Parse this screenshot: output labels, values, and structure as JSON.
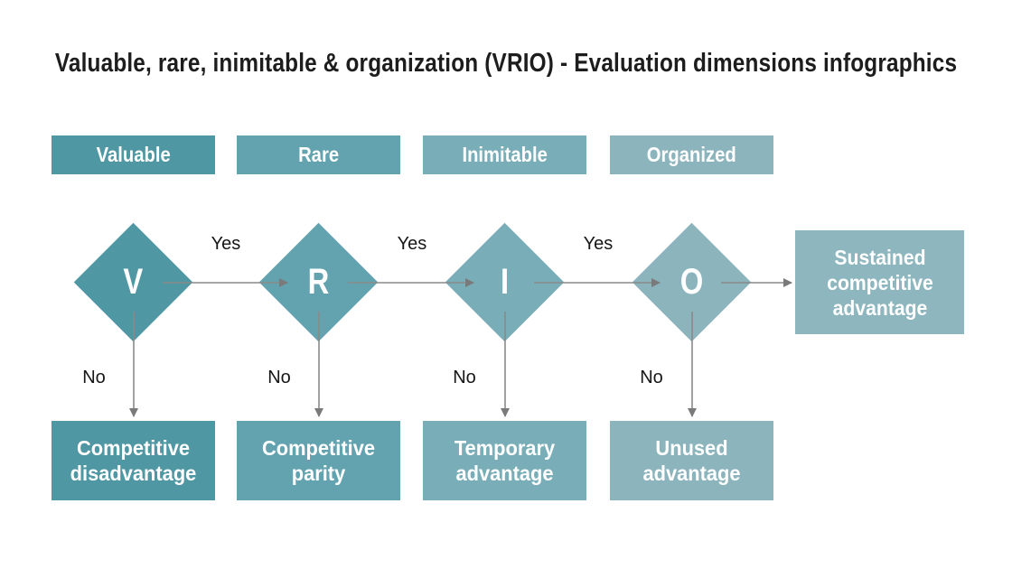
{
  "title": "Valuable, rare, inimitable & organization (VRIO) - Evaluation dimensions infographics",
  "labels": {
    "yes": "Yes",
    "no": "No"
  },
  "columns": [
    {
      "header": "Valuable",
      "letter": "V",
      "outcome": "Competitive disadvantage"
    },
    {
      "header": "Rare",
      "letter": "R",
      "outcome": "Competitive parity"
    },
    {
      "header": "Inimitable",
      "letter": "I",
      "outcome": "Temporary advantage"
    },
    {
      "header": "Organized",
      "letter": "O",
      "outcome": "Unused advantage"
    }
  ],
  "final_outcome": {
    "label": "Sustained competitive advantage"
  },
  "colors": {
    "column_fills": [
      "#5097a4",
      "#62a3af",
      "#79aeb8",
      "#8bb4bd"
    ],
    "final_fill": "#8db6bf",
    "arrow": "#8a8a8a",
    "title_text": "#1d1d1d",
    "box_text": "#ffffff"
  }
}
